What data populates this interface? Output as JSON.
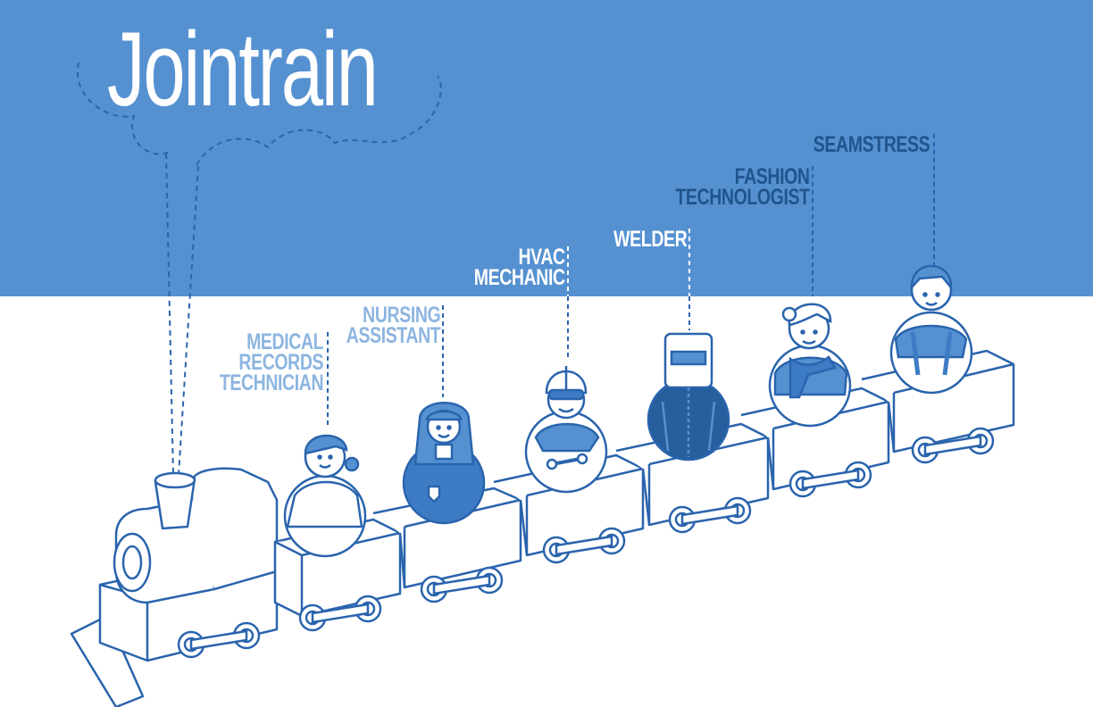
{
  "title": "Jointrain",
  "colors": {
    "band": "#5591d1",
    "stroke": "#2a64ad",
    "fill_blue": "#3d7cc4",
    "fill_dark": "#275f9e",
    "label_light": "#8db5e0",
    "label_dark": "#20548d"
  },
  "occupations": [
    {
      "line1": "MEDICAL",
      "line2": "RECORDS",
      "line3": "TECHNICIAN"
    },
    {
      "line1": "NURSING",
      "line2": "ASSISTANT"
    },
    {
      "line1": "HVAC",
      "line2": "MECHANIC"
    },
    {
      "line1": "WELDER"
    },
    {
      "line1": "FASHION",
      "line2": "TECHNOLOGIST"
    },
    {
      "line1": "SEAMSTRESS"
    }
  ]
}
